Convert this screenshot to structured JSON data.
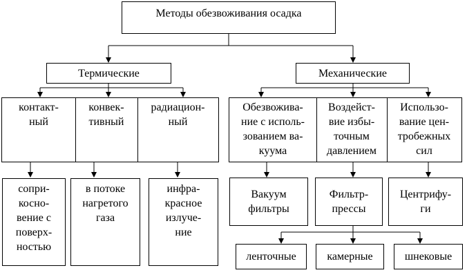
{
  "root": "Методы обезвоживания осадка",
  "thermal": {
    "title": "Термические",
    "methods": [
      "контакт-\nный",
      "конвек-\nтивный",
      "радиацион-\nный"
    ],
    "examples": [
      "сопри-\nкосно-\nвение с\nповерх-\nностью",
      "в потоке\nнагретого\nгаза",
      "инфра-\nкрасное\nизлуче-\nние"
    ]
  },
  "mechanical": {
    "title": "Механические",
    "methods": [
      "Обезвожива-\nние с исполь-\nзованием ва-\nкуума",
      "Воздейст-\nвие избы-\nточным\nдавлением",
      "Использо-\nвание цен-\nтробежных\nсил"
    ],
    "examples": [
      "Вакуум\nфильтры",
      "Фильтр-\nпрессы",
      "Центрифу-\nги"
    ],
    "press_types": [
      "ленточные",
      "камерные",
      "шнековые"
    ]
  }
}
